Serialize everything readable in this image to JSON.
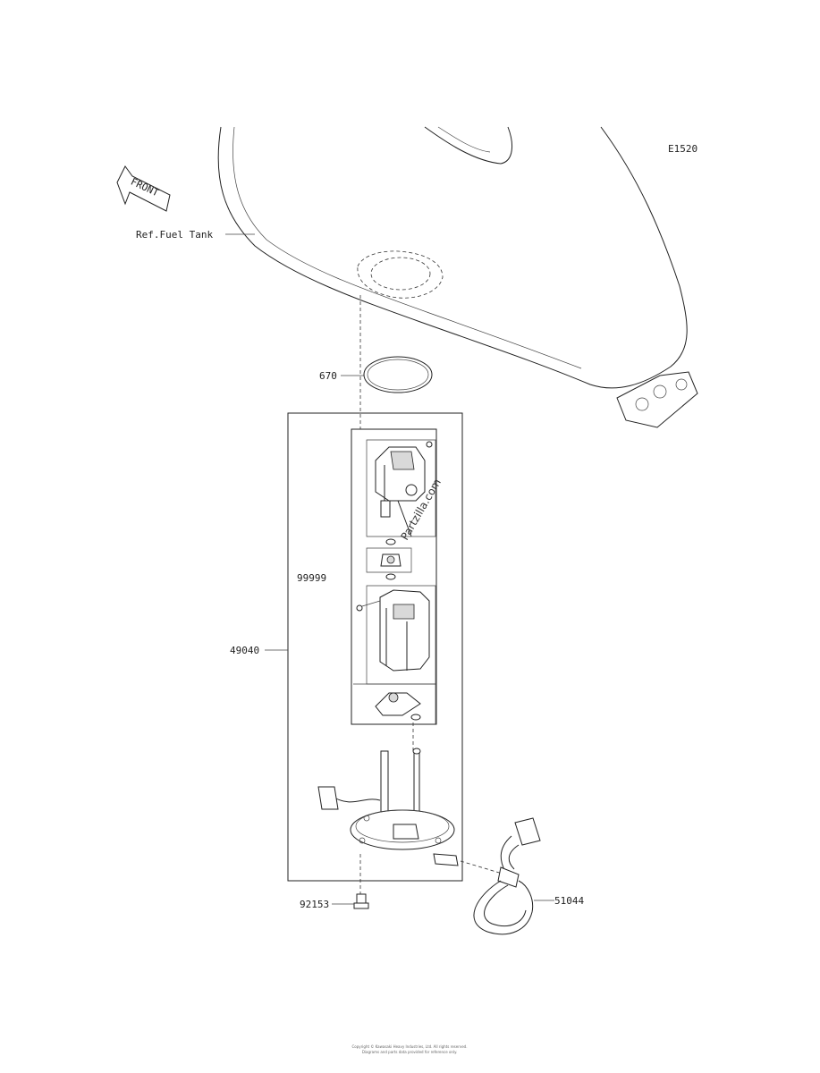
{
  "diagram_code": "E1520",
  "front_arrow": {
    "label": "FRONT"
  },
  "reference_label": "Ref.Fuel Tank",
  "watermark": "Partzilla.com",
  "parts": {
    "o_ring": "670",
    "pump_assembly": "49040",
    "pump_subassembly": "99999",
    "bolt": "92153",
    "hose": "51044"
  },
  "footer": {
    "line1": "Copyright © Kawasaki Heavy Industries, Ltd. All rights reserved.",
    "line2": "Diagrams and parts data provided for reference only."
  }
}
